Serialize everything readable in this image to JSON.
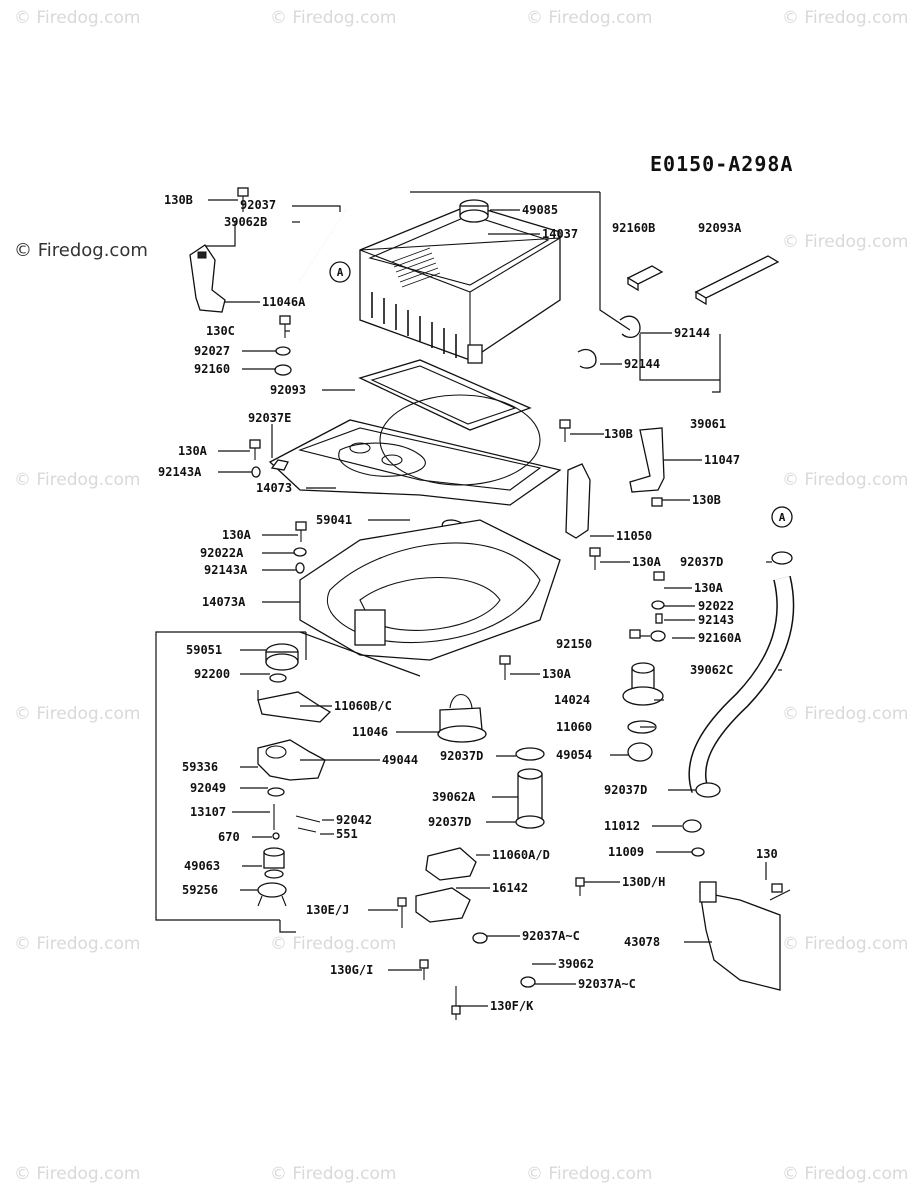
{
  "diagram_code": "E0150-A298A",
  "watermark": {
    "text": "© Firedog.com",
    "positions_note": ""
  },
  "circle_marker": "A",
  "parts": {
    "130B_a": "130B",
    "92037": "92037",
    "39062B": "39062B",
    "49085": "49085",
    "14037": "14037",
    "92160B": "92160B",
    "92093A": "92093A",
    "11046A": "11046A",
    "130C": "130C",
    "92144_a": "92144",
    "92027": "92027",
    "92160": "92160",
    "92144_b": "92144",
    "92093": "92093",
    "39061": "39061",
    "92037E": "92037E",
    "130A_a": "130A",
    "130B_b": "130B",
    "11047": "11047",
    "92143A_a": "92143A",
    "14073": "14073",
    "130B_c": "130B",
    "59041": "59041",
    "11050": "11050",
    "130A_b": "130A",
    "92022A": "92022A",
    "130A_c": "130A",
    "92037D_a": "92037D",
    "92143A_b": "92143A",
    "130A_d": "130A",
    "14073A": "14073A",
    "92022": "92022",
    "92143": "92143",
    "59051": "59051",
    "92150": "92150",
    "92160A": "92160A",
    "92200": "92200",
    "130A_e": "130A",
    "39062C": "39062C",
    "11060B/C": "11060B/C",
    "14024": "14024",
    "11046": "11046",
    "11060": "11060",
    "49044": "49044",
    "92037D_b": "92037D",
    "49054": "49054",
    "59336": "59336",
    "92049": "92049",
    "39062A": "39062A",
    "92037D_c": "92037D",
    "13107": "13107",
    "92042": "92042",
    "92037D_d": "92037D",
    "551": "551",
    "670": "670",
    "11012": "11012",
    "11060A/D": "11060A/D",
    "11009": "11009",
    "130_a": "130",
    "49063": "49063",
    "16142": "16142",
    "130D/H": "130D/H",
    "59256": "59256",
    "130E/J": "130E/J",
    "92037A~C_a": "92037A~C",
    "43078": "43078",
    "39062": "39062",
    "130G/I": "130G/I",
    "92037A~C_b": "92037A~C",
    "130F/K": "130F/K"
  }
}
